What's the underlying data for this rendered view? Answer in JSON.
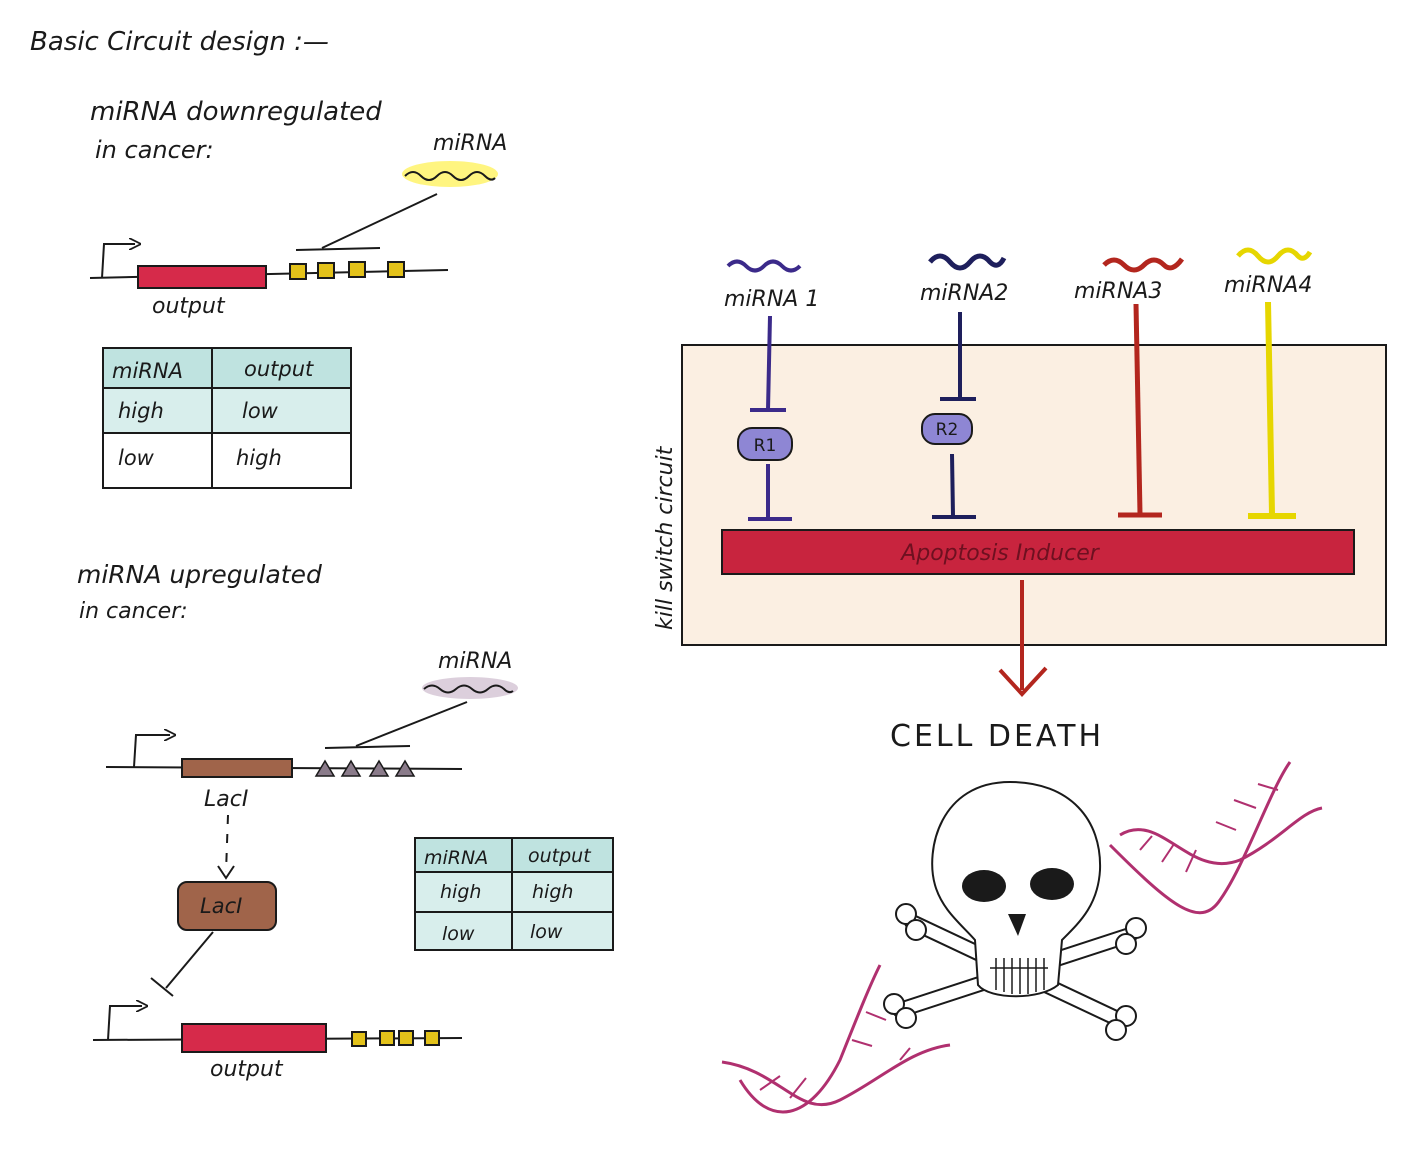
{
  "page_title": "Basic Circuit design :—",
  "down_section": {
    "heading_line1": "miRNA downregulated",
    "heading_line2": "in cancer:",
    "mirna_label": "miRNA",
    "gene_label": "output",
    "table": {
      "headers": [
        "miRNA",
        "output"
      ],
      "rows": [
        [
          "high",
          "low"
        ],
        [
          "low",
          "high"
        ]
      ]
    }
  },
  "up_section": {
    "heading_line1": "miRNA upregulated",
    "heading_line2": "in cancer:",
    "mirna_label": "miRNA",
    "repressor_gene_label": "LacI",
    "repressor_protein_label": "LacI",
    "output_gene_label": "output",
    "table": {
      "headers": [
        "miRNA",
        "output"
      ],
      "rows": [
        [
          "high",
          "high"
        ],
        [
          "low",
          "low"
        ]
      ]
    }
  },
  "kill_switch": {
    "side_label": "kill switch circuit",
    "mirnas": [
      {
        "label": "miRNA 1",
        "color": "#3b2a8a",
        "repressor": "R1"
      },
      {
        "label": "miRNA2",
        "color": "#1e1f5c",
        "repressor": "R2"
      },
      {
        "label": "miRNA3",
        "color": "#b3261e",
        "repressor": ""
      },
      {
        "label": "miRNA4",
        "color": "#e6d600",
        "repressor": ""
      }
    ],
    "effector_label": "Apoptosis Inducer",
    "outcome": "CELL DEATH"
  },
  "colors": {
    "output_gene": "#d62a4a",
    "target_site": "#e3c21a",
    "target_triangle": "#8a7b8a",
    "laci": "#a0644a",
    "table_header": "#bfe3e0",
    "panel_fill": "#fbefe2",
    "dna": "#b0306f"
  },
  "icons": {
    "promoter": "promoter-arrow-icon",
    "skull": "skull-crossbones-icon",
    "dna": "dna-helix-icon"
  }
}
